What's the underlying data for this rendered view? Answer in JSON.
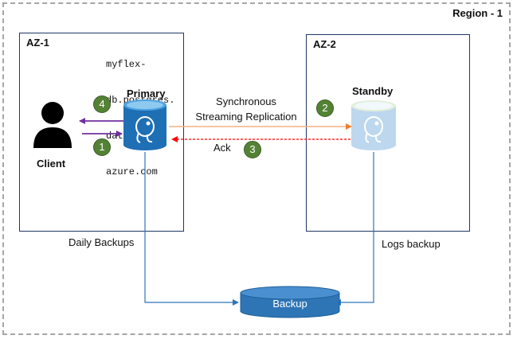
{
  "region": {
    "label": "Region - 1"
  },
  "zones": {
    "az1": {
      "label": "AZ-1"
    },
    "az2": {
      "label": "AZ-2"
    }
  },
  "endpoint": {
    "lines": [
      "myflex-",
      "db.postgres.",
      "database.",
      "azure.com"
    ]
  },
  "nodes": {
    "primary": {
      "label": "Primary",
      "icon": "postgres-database-icon",
      "color": "#1f6fb5"
    },
    "standby": {
      "label": "Standby",
      "icon": "postgres-database-icon",
      "color": "#bdd7ee"
    },
    "client": {
      "label": "Client",
      "icon": "user-icon"
    },
    "backup": {
      "label": "Backup",
      "icon": "storage-disk-icon",
      "color": "#2e75b6"
    }
  },
  "edges": {
    "sync_replication": {
      "label_line1": "Synchronous",
      "label_line2": "Streaming Replication",
      "color": "#f4b183"
    },
    "ack": {
      "label": "Ack",
      "color": "#ff0000"
    },
    "client_flow": {
      "color": "#7030a0"
    },
    "daily_backups": {
      "label": "Daily Backups",
      "color": "#2e75b6"
    },
    "logs_backup": {
      "label": "Logs backup",
      "color": "#2e75b6"
    }
  },
  "steps": {
    "s1": "1",
    "s2": "2",
    "s3": "3",
    "s4": "4"
  }
}
